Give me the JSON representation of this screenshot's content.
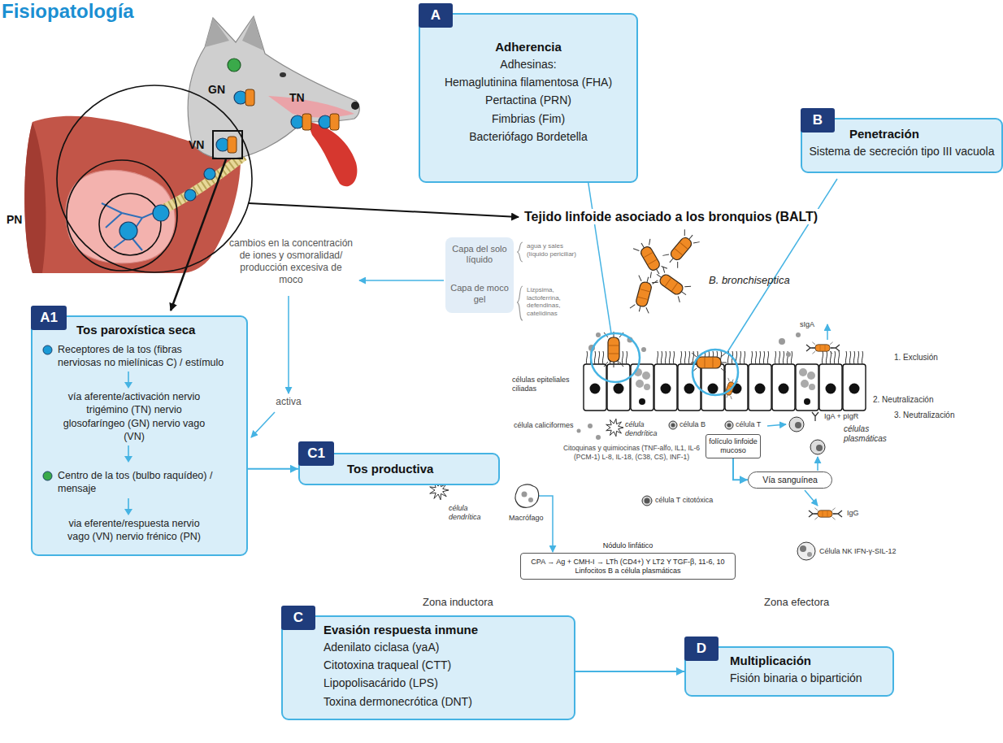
{
  "diagram": {
    "title": "Fisiopatología",
    "nodes": [
      {
        "text": [
          "Adherencia",
          "Adhesinas:",
          "Hemaglutinina filamentosa (FHA)",
          "Pertactina (PRN)",
          "Fimbrias (Fim)",
          "Bacteriófago Bordetella"
        ]
      },
      {
        "text": [
          "A"
        ],
        "in": 0
      },
      {
        "text": [
          "Penetración",
          "Sistema de secreción tipo III vacuola"
        ]
      },
      {
        "text": [
          "B"
        ],
        "in": 2
      },
      {
        "text": [
          "Capa del solo líquido",
          "Capa de moco gel"
        ]
      },
      {
        "text": [
          "Tos paroxística seca",
          "Receptores de la tos (fibras nerviosas no mielínicas C) / estímulo",
          "vía aferente/activación nervio trigémino (TN) nervio glosofaríngeo (GN) nervio vago (VN)",
          "Centro de la tos (bulbo raquídeo) / mensaje",
          "via eferente/respuesta nervio vago (VN) nervio frénico (PN)"
        ]
      },
      {
        "text": [
          "A1"
        ],
        "in": 5
      },
      {
        "text": [
          "Tos productiva"
        ]
      },
      {
        "text": [
          "C1"
        ],
        "in": 7
      },
      {
        "text": [
          "folículo linfoide mucoso"
        ]
      },
      {
        "text": [
          "Vía sanguínea"
        ]
      },
      {
        "text": [
          "Nódulo linfático",
          "CPA → Ag + CMH-I → LTh (CD4+) Y LT2 Y TGF-β, 11-6, 10 Linfocitos B a célula plasmáticas"
        ]
      },
      {
        "text": [
          "Evasión respuesta inmune",
          "Adenilato ciclasa (yaA)",
          "Citotoxina traqueal (CTT)",
          "Lipopolisacárido (LPS)",
          "Toxina dermonecrótica (DNT)"
        ]
      },
      {
        "text": [
          "C"
        ],
        "in": 12
      },
      {
        "text": [
          "Multiplicación",
          "Fisión binaria o bipartición"
        ]
      },
      {
        "text": [
          "D"
        ],
        "in": 14
      }
    ],
    "edges": [
      {
        "from": 5,
        "to": 7,
        "arrow": "to"
      },
      {
        "from": 9,
        "to": 10,
        "arrow": "to"
      },
      {
        "from": 12,
        "to": 14,
        "arrow": "to"
      }
    ],
    "labels": [
      "GN",
      "TN",
      "VN",
      "PN",
      "Tejido linfoide asociado a los bronquios (BALT)",
      "B. bronchiseptica",
      "agua y sales (líquido periciliar)",
      "Lizpsima, lactoferrina, defendinas, catelidinas",
      "cambios en la concentración de iones y osmoralidad/ producción excesiva de moco",
      "activa",
      "células epiteliales ciliadas",
      "célula caliciformes",
      "célula B",
      "célula T",
      "célula dendrítica",
      "Citoquinas y quimiocinas (TNF-alfo, IL1, IL-6 (PCM-1) L-8, IL-18, (C38, CS), INF-1)",
      "sIgA",
      "1. Exclusión",
      "2. Neutralización",
      "IgA + pIgR",
      "3. Neutralización",
      "células plasmáticas",
      "célula T citotóxica",
      "célula dendrítica",
      "Macrófago",
      "IgG",
      "Célula NK IFN-γ-SIL-12",
      "Zona inductora",
      "Zona efectora"
    ]
  }
}
